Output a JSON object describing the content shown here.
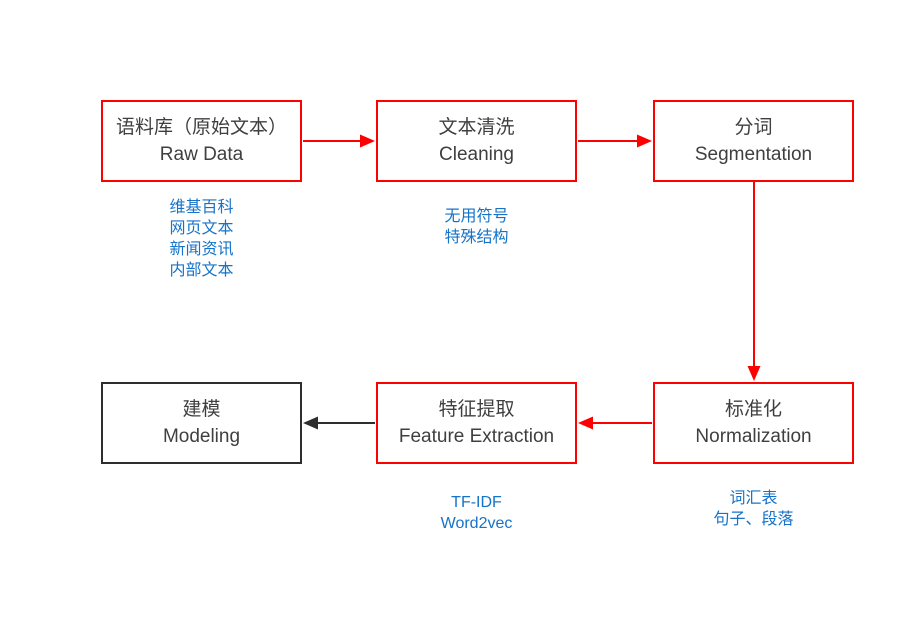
{
  "diagram": {
    "title": "NLP text processing pipeline flowchart",
    "colors": {
      "accent_red": "#ff0000",
      "annotation_blue": "#1673c8",
      "node_text": "#3f3f3f",
      "modeling_border_black": "#2e2e2e",
      "background": "#ffffff"
    },
    "nodes": [
      {
        "id": "raw-data",
        "title": "语料库（原始文本）",
        "subtitle": "Raw Data",
        "border_color": "red"
      },
      {
        "id": "cleaning",
        "title": "文本清洗",
        "subtitle": "Cleaning",
        "border_color": "red"
      },
      {
        "id": "segmentation",
        "title": "分词",
        "subtitle": "Segmentation",
        "border_color": "red"
      },
      {
        "id": "normalization",
        "title": "标准化",
        "subtitle": "Normalization",
        "border_color": "red"
      },
      {
        "id": "feature-extraction",
        "title": "特征提取",
        "subtitle": "Feature Extraction",
        "border_color": "red"
      },
      {
        "id": "modeling",
        "title": "建模",
        "subtitle": "Modeling",
        "border_color": "black"
      }
    ],
    "annotations": {
      "raw_data": [
        "维基百科",
        "网页文本",
        "新闻资讯",
        "内部文本"
      ],
      "cleaning": [
        "无用符号",
        "特殊结构"
      ],
      "normalization": [
        "词汇表",
        "句子、段落"
      ],
      "feature_extraction": [
        "TF-IDF",
        "Word2vec"
      ]
    },
    "edges": [
      {
        "from": "raw-data",
        "to": "cleaning",
        "color": "red",
        "direction": "right"
      },
      {
        "from": "cleaning",
        "to": "segmentation",
        "color": "red",
        "direction": "right"
      },
      {
        "from": "segmentation",
        "to": "normalization",
        "color": "red",
        "direction": "down"
      },
      {
        "from": "normalization",
        "to": "feature-extraction",
        "color": "red",
        "direction": "left"
      },
      {
        "from": "feature-extraction",
        "to": "modeling",
        "color": "black",
        "direction": "left"
      }
    ]
  }
}
